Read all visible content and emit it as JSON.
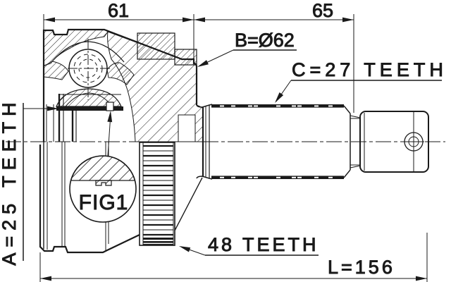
{
  "figure": {
    "kind": "technical-parts-drawing",
    "subject": "outer CV joint half-section with splined stub shaft",
    "ink": "#1a1a1a",
    "paper": "#ffffff"
  },
  "labels": {
    "dim_bell_length": "61",
    "dim_shaft_length": "65",
    "dia_outer": "B=Ø62",
    "teeth_shaft_spline": "C=27 TEETH",
    "teeth_inner_spline": "A=25 TEETH",
    "teeth_abs_ring": "48 TEETH",
    "detail_ref": "FIG1",
    "dim_overall_length": "L=156"
  }
}
